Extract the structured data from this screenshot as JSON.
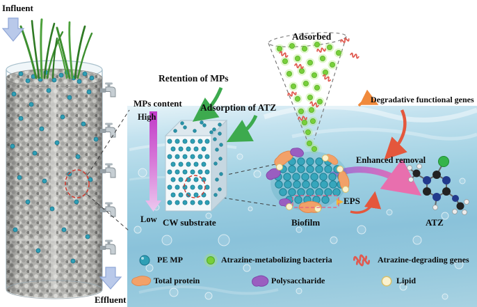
{
  "diagram": {
    "influent": "Influent",
    "effluent": "Effluent",
    "retention_of_mps": "Retention of MPs",
    "mps_content": "MPs content",
    "high": "High",
    "low": "Low",
    "adsorption_of_atz": "Adsorption of ATZ",
    "cw_substrate": "CW substrate",
    "adsorbed": "Adsorbed",
    "degradative_genes": "Degradative functional genes",
    "enhanced_removal": "Enhanced removal",
    "eps": "EPS",
    "biofilm": "Biofilm",
    "atz": "ATZ"
  },
  "legend": {
    "items": [
      {
        "icon": "pe-mp-icon",
        "label": "PE MP"
      },
      {
        "icon": "bacteria-icon",
        "label": "Atrazine-metabolizing bacteria"
      },
      {
        "icon": "genes-icon",
        "label": "Atrazine-degrading genes"
      },
      {
        "icon": "protein-icon",
        "label": "Total protein"
      },
      {
        "icon": "polysaccharide-icon",
        "label": "Polysaccharide"
      },
      {
        "icon": "lipid-icon",
        "label": "Lipid"
      }
    ]
  },
  "colors": {
    "water": "#8ac2da",
    "pe_mp": "#2e9fb5",
    "bacteria_green": "#78cf3a",
    "gene_red": "#e05a50",
    "protein_orange": "#f2a169",
    "polysaccharide_purple": "#9a5ec0",
    "lipid_yellow": "#faf2cf",
    "arrow_green": "#3daa4e",
    "arrow_red": "#e4573c",
    "arrow_orange": "#f08a3c",
    "mps_gradient_top": "#c13ac8",
    "mps_gradient_bottom": "#ecc8ef",
    "flow_arrow_left": "#8f7ad6",
    "flow_arrow_right": "#e86fae",
    "influent_arrow": "#b9c9ea"
  }
}
